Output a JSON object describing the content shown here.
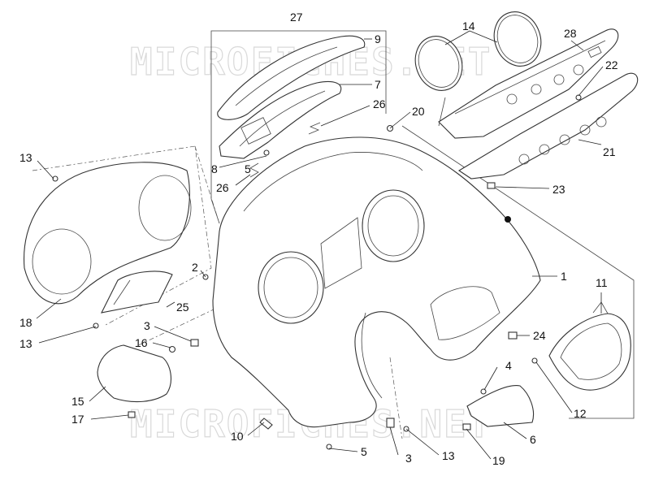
{
  "watermark": {
    "top_text": "MICROFICHES.NET",
    "bottom_text": "MICROFICHES.NET"
  },
  "labels": [
    {
      "id": "p27",
      "text": "27"
    },
    {
      "id": "p9",
      "text": "9"
    },
    {
      "id": "p7",
      "text": "7"
    },
    {
      "id": "p26a",
      "text": "26"
    },
    {
      "id": "p20",
      "text": "20"
    },
    {
      "id": "p8",
      "text": "8"
    },
    {
      "id": "p5a",
      "text": "5"
    },
    {
      "id": "p26b",
      "text": "26"
    },
    {
      "id": "p14",
      "text": "14"
    },
    {
      "id": "p28",
      "text": "28"
    },
    {
      "id": "p22",
      "text": "22"
    },
    {
      "id": "p21",
      "text": "21"
    },
    {
      "id": "p23",
      "text": "23"
    },
    {
      "id": "p13a",
      "text": "13"
    },
    {
      "id": "p2",
      "text": "2"
    },
    {
      "id": "p25",
      "text": "25"
    },
    {
      "id": "p18",
      "text": "18"
    },
    {
      "id": "p13b",
      "text": "13"
    },
    {
      "id": "p3a",
      "text": "3"
    },
    {
      "id": "p16",
      "text": "16"
    },
    {
      "id": "p15",
      "text": "15"
    },
    {
      "id": "p17",
      "text": "17"
    },
    {
      "id": "p10",
      "text": "10"
    },
    {
      "id": "p5b",
      "text": "5"
    },
    {
      "id": "p3b",
      "text": "3"
    },
    {
      "id": "p13c",
      "text": "13"
    },
    {
      "id": "p1",
      "text": "1"
    },
    {
      "id": "p11",
      "text": "11"
    },
    {
      "id": "p24",
      "text": "24"
    },
    {
      "id": "p4",
      "text": "4"
    },
    {
      "id": "p12",
      "text": "12"
    },
    {
      "id": "p6",
      "text": "6"
    },
    {
      "id": "p19",
      "text": "19"
    }
  ]
}
